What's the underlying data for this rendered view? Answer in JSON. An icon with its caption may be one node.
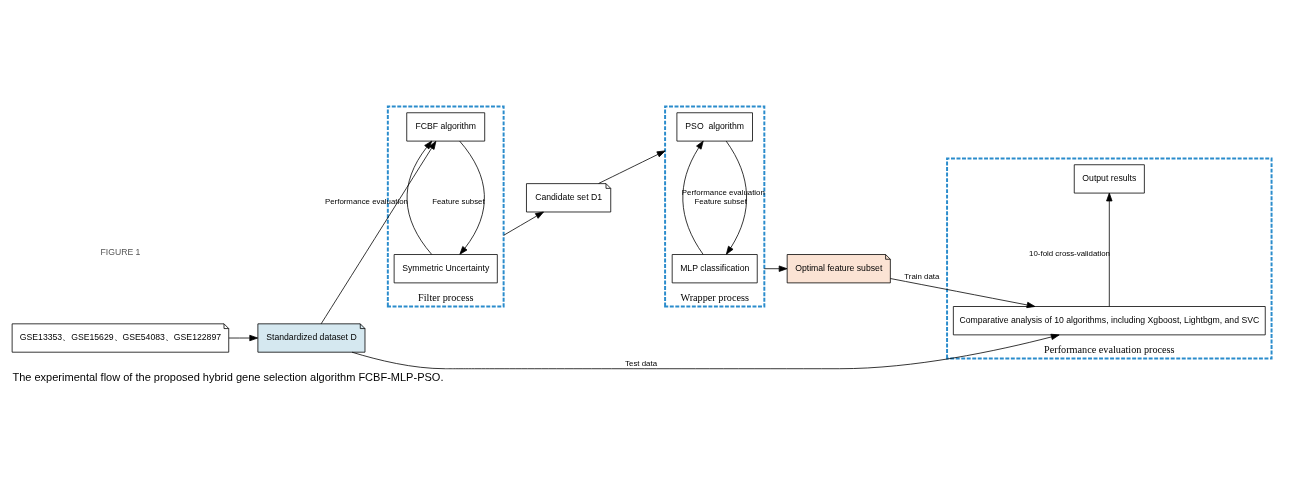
{
  "diagram": {
    "caption": "The experimental flow of the proposed hybrid gene selection algorithm FCBF-MLP-PSO.",
    "nodes": [
      {
        "text": [
          "GSE13353、GSE15629、GSE54083、GSE122897"
        ]
      },
      {
        "text": [
          "Standardized dataset D"
        ]
      },
      {
        "text": [
          "Filter process"
        ]
      },
      {
        "text": [
          "FCBF algorithm"
        ],
        "in": 2
      },
      {
        "text": [
          "Symmetric Uncertainty"
        ],
        "in": 2
      },
      {
        "text": [
          "Candidate set D1"
        ]
      },
      {
        "text": [
          "Wrapper process"
        ]
      },
      {
        "text": [
          "PSO  algorithm"
        ],
        "in": 6
      },
      {
        "text": [
          "MLP classification"
        ],
        "in": 6
      },
      {
        "text": [
          "Optimal feature subset"
        ]
      },
      {
        "text": [
          "Performance evaluation process"
        ]
      },
      {
        "text": [
          "Comparative analysis of 10 algorithms, including Xgboost, Lightbgm, and SVC"
        ],
        "in": 10
      },
      {
        "text": [
          "Output results"
        ],
        "in": 10
      }
    ],
    "edges": [
      {
        "from": 0,
        "to": 1,
        "arrow": "to"
      },
      {
        "from": 1,
        "to": 3,
        "arrow": "to"
      },
      {
        "from": 1,
        "to": 11,
        "arrow": "to",
        "label": "Test data"
      },
      {
        "from": 3,
        "to": 4,
        "arrow": "to",
        "label": "Feature subset"
      },
      {
        "from": 4,
        "to": 3,
        "arrow": "to",
        "label": "Performance evaluation"
      },
      {
        "from": 2,
        "to": 5,
        "arrow": "to"
      },
      {
        "from": 5,
        "to": 6,
        "arrow": "to"
      },
      {
        "from": 7,
        "to": 8,
        "arrow": "to",
        "label": "Feature subset"
      },
      {
        "from": 8,
        "to": 7,
        "arrow": "to",
        "label": "Performance evaluation"
      },
      {
        "from": 6,
        "to": 9,
        "arrow": "to"
      },
      {
        "from": 9,
        "to": 11,
        "arrow": "to",
        "label": "Train data"
      },
      {
        "from": 11,
        "to": 12,
        "arrow": "to",
        "label": "10-fold cross-validation"
      }
    ],
    "labels": [
      "FIGURE 1"
    ]
  }
}
